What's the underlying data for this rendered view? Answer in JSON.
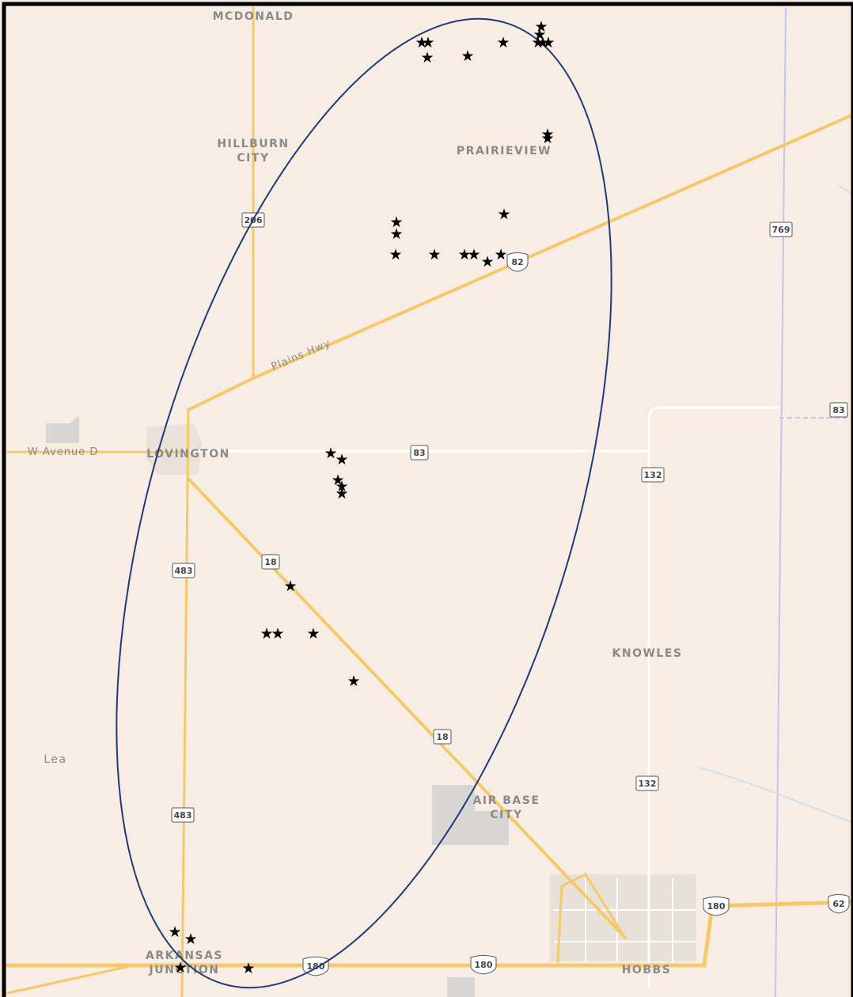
{
  "map": {
    "places": [
      {
        "id": "mcdonald",
        "lines": [
          "MCDONALD"
        ]
      },
      {
        "id": "hillburn-city",
        "lines": [
          "HILLBURN",
          "CITY"
        ]
      },
      {
        "id": "prairieview",
        "lines": [
          "PRAIRIEVIEW"
        ]
      },
      {
        "id": "lovington",
        "lines": [
          "LOVINGTON"
        ]
      },
      {
        "id": "knowles",
        "lines": [
          "KNOWLES"
        ]
      },
      {
        "id": "air-base-city",
        "lines": [
          "AIR BASE",
          "CITY"
        ]
      },
      {
        "id": "arkansas-junction",
        "lines": [
          "ARKANSAS",
          "JUNCTION"
        ]
      },
      {
        "id": "hobbs",
        "lines": [
          "HOBBS"
        ]
      },
      {
        "id": "lea",
        "lines": [
          "Lea"
        ]
      }
    ],
    "road_labels": {
      "plains_hwy": "Plains Hwy",
      "w_avenue_d": "W Avenue D"
    },
    "shields": [
      {
        "id": "sh-206",
        "label": "206",
        "kind": "state"
      },
      {
        "id": "sh-769",
        "label": "769",
        "kind": "state"
      },
      {
        "id": "sh-82",
        "label": "82",
        "kind": "us"
      },
      {
        "id": "sh-83a",
        "label": "83",
        "kind": "state"
      },
      {
        "id": "sh-83b",
        "label": "83",
        "kind": "state"
      },
      {
        "id": "sh-132a",
        "label": "132",
        "kind": "state"
      },
      {
        "id": "sh-132b",
        "label": "132",
        "kind": "state"
      },
      {
        "id": "sh-18a",
        "label": "18",
        "kind": "state"
      },
      {
        "id": "sh-18b",
        "label": "18",
        "kind": "state"
      },
      {
        "id": "sh-483a",
        "label": "483",
        "kind": "state"
      },
      {
        "id": "sh-483b",
        "label": "483",
        "kind": "state"
      },
      {
        "id": "sh-180a",
        "label": "180",
        "kind": "us"
      },
      {
        "id": "sh-180b",
        "label": "180",
        "kind": "us"
      },
      {
        "id": "sh-180c",
        "label": "180",
        "kind": "us"
      },
      {
        "id": "sh-62",
        "label": "62",
        "kind": "us"
      }
    ],
    "marker_symbol": "★",
    "colors": {
      "background": "#f7ede4",
      "highway": "#f5c96a",
      "minor_road": "#ffffff",
      "boundary": "#c7c2ee",
      "urban": "#d6d3d1",
      "ellipse": "#1f3a7a",
      "marker": "#000000",
      "frame": "#000000"
    }
  }
}
